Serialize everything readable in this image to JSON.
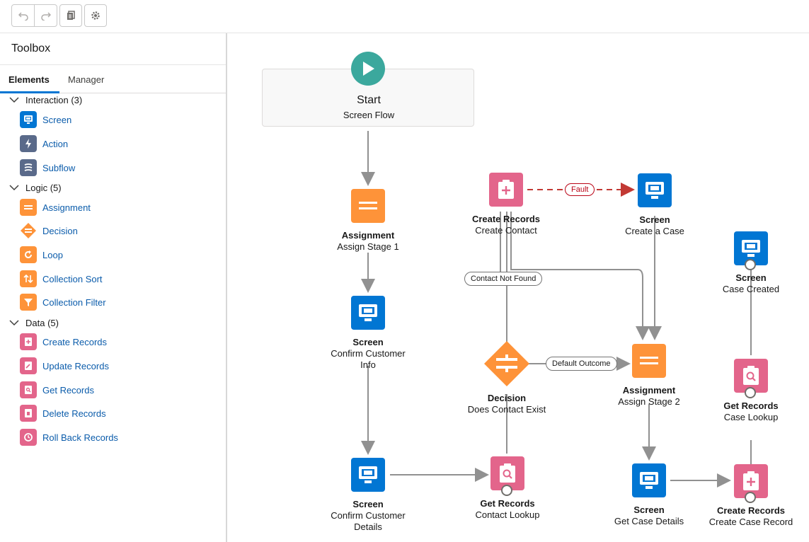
{
  "toolbar": {
    "buttons": [
      "undo-icon",
      "redo-icon",
      "copy-icon",
      "settings-icon"
    ]
  },
  "sidebar": {
    "title": "Toolbox",
    "tabs": [
      {
        "label": "Elements"
      },
      {
        "label": "Manager"
      }
    ],
    "groups": [
      {
        "label": "Interaction (3)",
        "items": [
          {
            "label": "Screen",
            "icon": "screen-icon",
            "color": "#0176d3"
          },
          {
            "label": "Action",
            "icon": "lightning-icon",
            "color": "#5a6a8a"
          },
          {
            "label": "Subflow",
            "icon": "subflow-icon",
            "color": "#5a6a8a"
          }
        ]
      },
      {
        "label": "Logic (5)",
        "items": [
          {
            "label": "Assignment",
            "icon": "assignment-icon",
            "color": "#fe9339"
          },
          {
            "label": "Decision",
            "icon": "decision-icon",
            "color": "#fe9339"
          },
          {
            "label": "Loop",
            "icon": "loop-icon",
            "color": "#fe9339"
          },
          {
            "label": "Collection Sort",
            "icon": "sort-icon",
            "color": "#fe9339"
          },
          {
            "label": "Collection Filter",
            "icon": "filter-icon",
            "color": "#fe9339"
          }
        ]
      },
      {
        "label": "Data (5)",
        "items": [
          {
            "label": "Create Records",
            "icon": "record-create-icon",
            "color": "#e3658b"
          },
          {
            "label": "Update Records",
            "icon": "record-update-icon",
            "color": "#e3658b"
          },
          {
            "label": "Get Records",
            "icon": "record-lookup-icon",
            "color": "#e3658b"
          },
          {
            "label": "Delete Records",
            "icon": "record-delete-icon",
            "color": "#e3658b"
          },
          {
            "label": "Roll Back Records",
            "icon": "rollback-icon",
            "color": "#e3658b"
          }
        ]
      }
    ]
  },
  "canvas": {
    "start": {
      "title": "Start",
      "subtitle": "Screen Flow"
    },
    "nodes": {
      "assign1": {
        "type": "Assignment",
        "name": "Assign Stage 1"
      },
      "screen_confirm_info": {
        "type": "Screen",
        "name": "Confirm Customer Info"
      },
      "screen_confirm_details": {
        "type": "Screen",
        "name": "Confirm Customer Details"
      },
      "create_contact": {
        "type": "Create Records",
        "name": "Create Contact"
      },
      "decision": {
        "type": "Decision",
        "name": "Does Contact Exist"
      },
      "get_contact": {
        "type": "Get Records",
        "name": "Contact Lookup"
      },
      "screen_create_case": {
        "type": "Screen",
        "name": "Create a Case"
      },
      "assign2": {
        "type": "Assignment",
        "name": "Assign Stage 2"
      },
      "screen_case_details": {
        "type": "Screen",
        "name": "Get Case Details"
      },
      "screen_case_created": {
        "type": "Screen",
        "name": "Case Created"
      },
      "get_case": {
        "type": "Get Records",
        "name": "Case Lookup"
      },
      "create_case": {
        "type": "Create Records",
        "name": "Create Case Record"
      }
    },
    "connectors": {
      "fault": "Fault",
      "contact_not_found": "Contact Not Found",
      "default_outcome": "Default Outcome"
    },
    "colors": {
      "screen": "#0176d3",
      "logic": "#fe9339",
      "data": "#e3658b",
      "start": "#3ba89d",
      "fault": "#c23934"
    }
  }
}
